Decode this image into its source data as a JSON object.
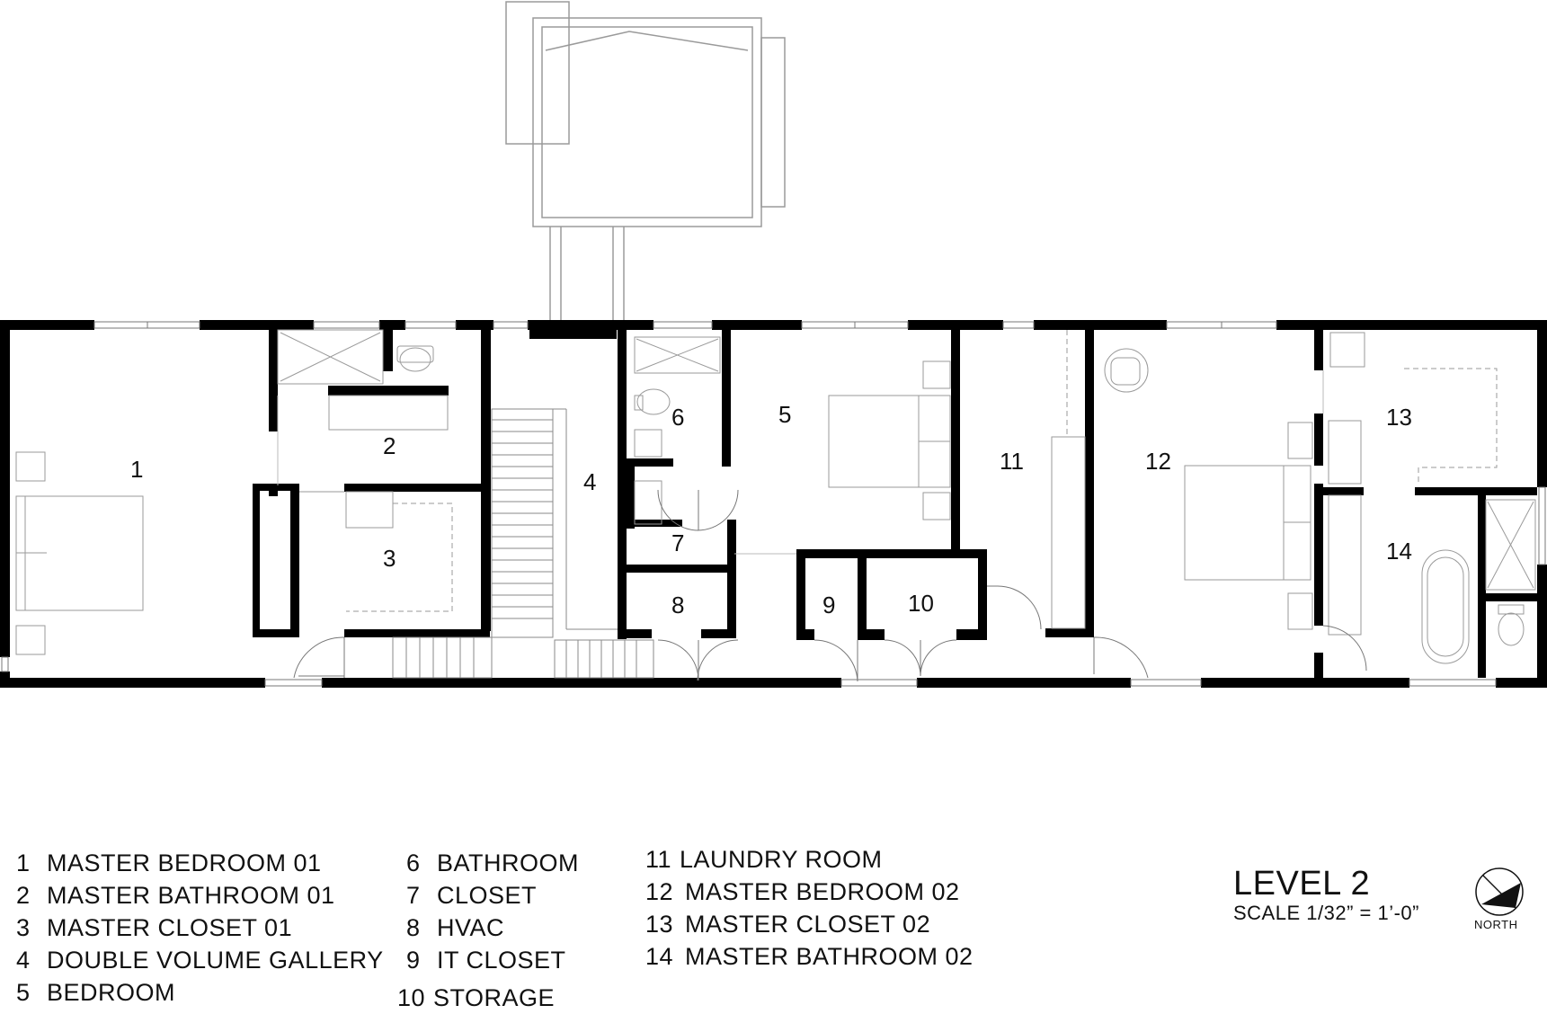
{
  "room_numbers": [
    "1",
    "2",
    "3",
    "4",
    "5",
    "6",
    "7",
    "8",
    "9",
    "10",
    "11",
    "12",
    "13",
    "14"
  ],
  "legend": [
    {
      "num": "1",
      "label": "MASTER BEDROOM 01"
    },
    {
      "num": "2",
      "label": "MASTER BATHROOM 01"
    },
    {
      "num": "3",
      "label": "MASTER CLOSET 01"
    },
    {
      "num": "4",
      "label": "DOUBLE VOLUME GALLERY"
    },
    {
      "num": "5",
      "label": "BEDROOM"
    },
    {
      "num": "6",
      "label": "BATHROOM"
    },
    {
      "num": "7",
      "label": "CLOSET"
    },
    {
      "num": "8",
      "label": "HVAC"
    },
    {
      "num": "9",
      "label": "IT CLOSET"
    },
    {
      "num": "10",
      "label": "STORAGE"
    },
    {
      "num": "11",
      "label": "LAUNDRY ROOM"
    },
    {
      "num": "12",
      "label": "MASTER BEDROOM 02"
    },
    {
      "num": "13",
      "label": "MASTER CLOSET 02"
    },
    {
      "num": "14",
      "label": "MASTER BATHROOM 02"
    }
  ],
  "title": "LEVEL 2",
  "scale": "SCALE 1/32” = 1’-0”",
  "north_label": "NORTH",
  "colors": {
    "wall": "#000000",
    "fixture": "#999999",
    "text": "#111111"
  }
}
